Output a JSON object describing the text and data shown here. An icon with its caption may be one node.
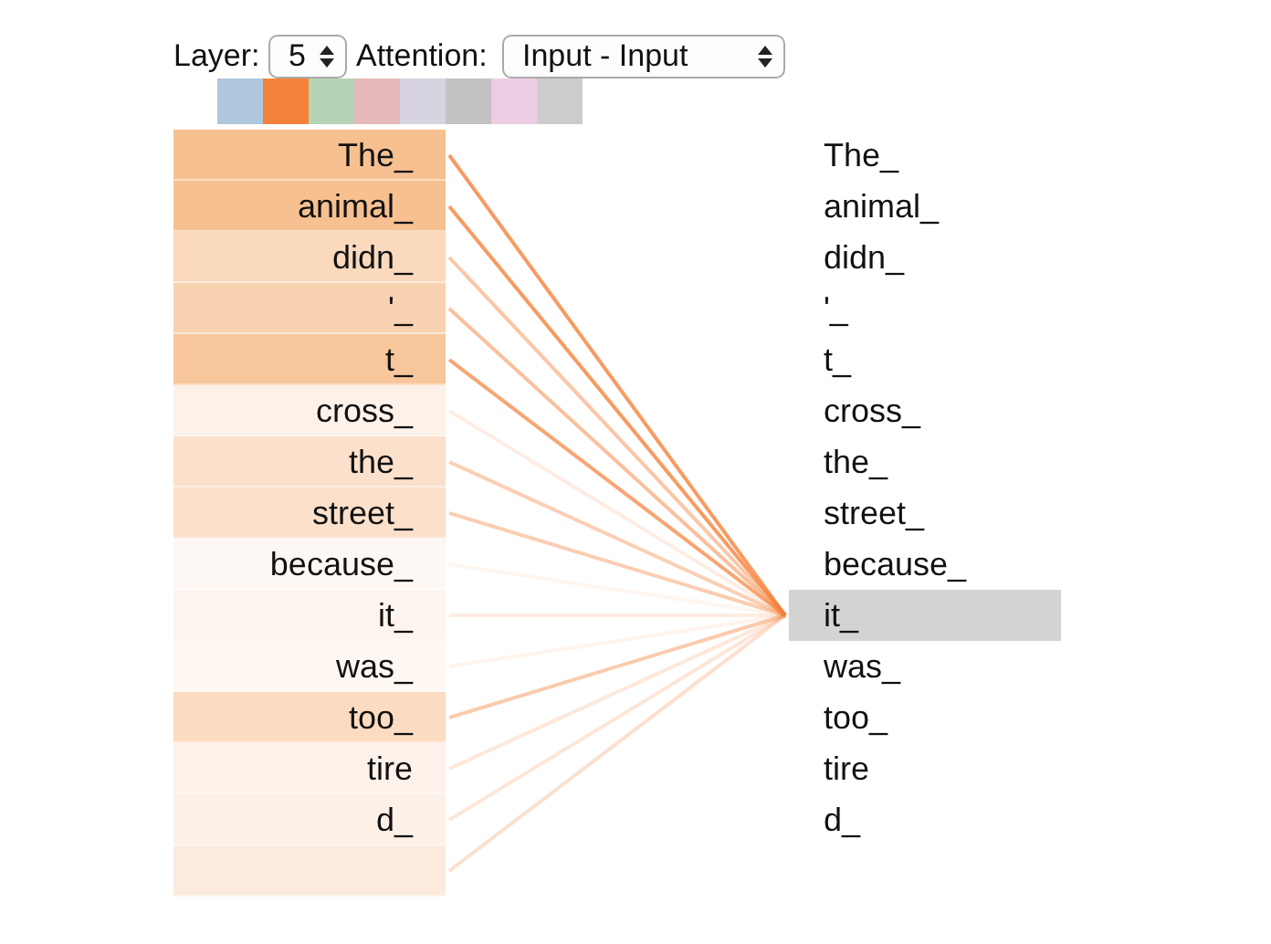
{
  "diagram": {
    "nodes": [
      {
        "text": [
          "The_"
        ]
      },
      {
        "text": [
          "animal_"
        ]
      },
      {
        "text": [
          "didn_"
        ]
      },
      {
        "text": [
          "'_"
        ]
      },
      {
        "text": [
          "t_"
        ]
      },
      {
        "text": [
          "cross_"
        ]
      },
      {
        "text": [
          "the_"
        ]
      },
      {
        "text": [
          "street_"
        ]
      },
      {
        "text": [
          "because_"
        ]
      },
      {
        "text": [
          "it_"
        ]
      },
      {
        "text": [
          "was_"
        ]
      },
      {
        "text": [
          "too_"
        ]
      },
      {
        "text": [
          "tire"
        ]
      },
      {
        "text": [
          "d_"
        ]
      },
      {
        "text": [],
        "shape": "box"
      },
      {
        "text": [
          "The_"
        ]
      },
      {
        "text": [
          "animal_"
        ]
      },
      {
        "text": [
          "didn_"
        ]
      },
      {
        "text": [
          "'_"
        ]
      },
      {
        "text": [
          "t_"
        ]
      },
      {
        "text": [
          "cross_"
        ]
      },
      {
        "text": [
          "the_"
        ]
      },
      {
        "text": [
          "street_"
        ]
      },
      {
        "text": [
          "because_"
        ]
      },
      {
        "text": [
          "it_"
        ]
      },
      {
        "text": [
          "was_"
        ]
      },
      {
        "text": [
          "too_"
        ]
      },
      {
        "text": [
          "tire"
        ]
      },
      {
        "text": [
          "d_"
        ]
      }
    ],
    "edges": [
      {
        "from": 0,
        "to": 24,
        "arrow": "none"
      },
      {
        "from": 1,
        "to": 24,
        "arrow": "none"
      },
      {
        "from": 2,
        "to": 24,
        "arrow": "none"
      },
      {
        "from": 3,
        "to": 24,
        "arrow": "none"
      },
      {
        "from": 4,
        "to": 24,
        "arrow": "none"
      },
      {
        "from": 5,
        "to": 24,
        "arrow": "none"
      },
      {
        "from": 6,
        "to": 24,
        "arrow": "none"
      },
      {
        "from": 7,
        "to": 24,
        "arrow": "none"
      },
      {
        "from": 8,
        "to": 24,
        "arrow": "none"
      },
      {
        "from": 9,
        "to": 24,
        "arrow": "none"
      },
      {
        "from": 10,
        "to": 24,
        "arrow": "none"
      },
      {
        "from": 11,
        "to": 24,
        "arrow": "none"
      },
      {
        "from": 12,
        "to": 24,
        "arrow": "none"
      },
      {
        "from": 13,
        "to": 24,
        "arrow": "none"
      },
      {
        "from": 14,
        "to": 24,
        "arrow": "none"
      }
    ],
    "labels": [
      "Layer:",
      "5",
      "Attention:",
      "Input - Input"
    ]
  }
}
